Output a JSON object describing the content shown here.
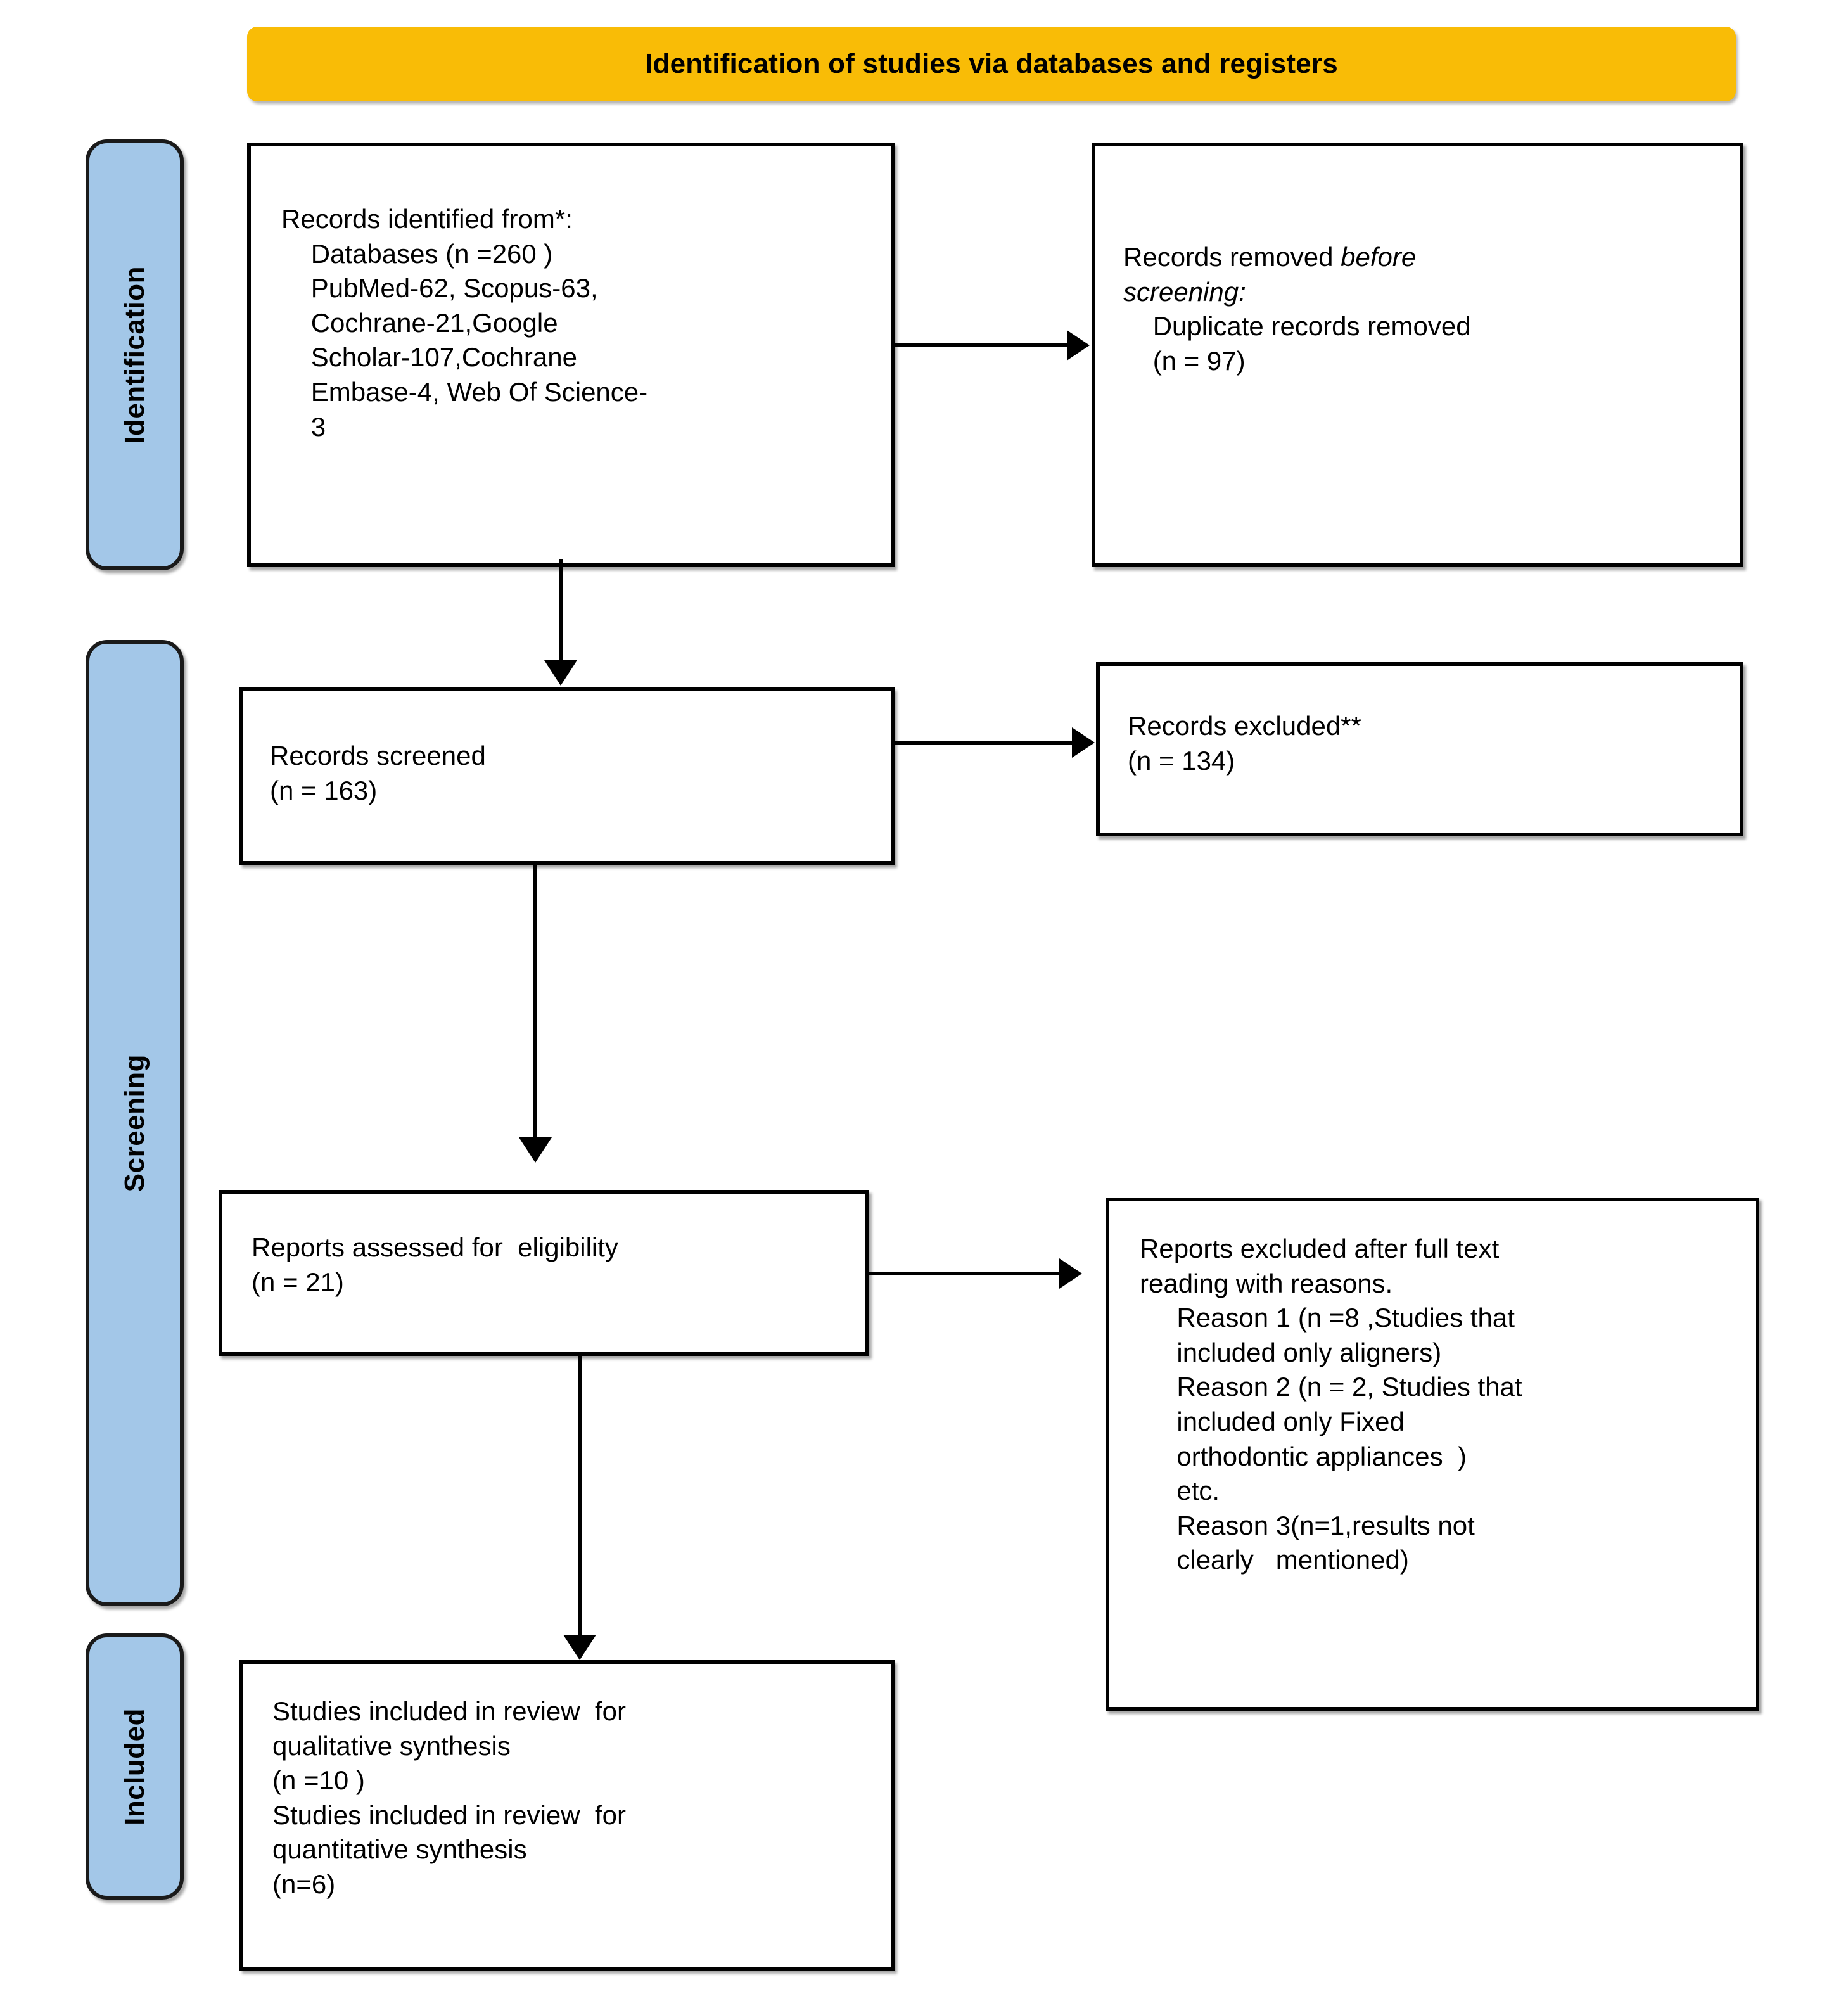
{
  "diagram": {
    "type": "PRISMA flow diagram",
    "header": {
      "title": "Identification of studies via databases and registers",
      "background_color": "#f9bc06",
      "text_color": "#000000"
    },
    "stage_bar_color": "#a3c7e8",
    "stages": [
      {
        "id": "identification",
        "label": "Identification"
      },
      {
        "id": "screening",
        "label": "Screening"
      },
      {
        "id": "included",
        "label": "Included"
      }
    ],
    "boxes": {
      "records_identified": {
        "name": "records-identified-box",
        "text": "Records identified from*:\n    Databases (n =260 )\n    PubMed-62, Scopus-63,\n    Cochrane-21,Google\n    Scholar-107,Cochrane\n    Embase-4, Web Of Science-\n    3"
      },
      "records_removed": {
        "name": "records-removed-box",
        "line1_normal": "Records removed ",
        "line1_italic": "before",
        "line2_italic": "screening:",
        "rest": "\n    Duplicate records removed\n    (n = 97)"
      },
      "records_screened": {
        "name": "records-screened-box",
        "text": "Records screened\n(n = 163)"
      },
      "records_excluded": {
        "name": "records-excluded-box",
        "text": "Records excluded**\n(n = 134)"
      },
      "reports_assessed": {
        "name": "reports-assessed-box",
        "text": "Reports assessed for  eligibility\n(n = 21)"
      },
      "reports_excluded": {
        "name": "reports-excluded-box",
        "text": "Reports excluded after full text\nreading with reasons.\n     Reason 1 (n =8 ,Studies that\n     included only aligners)\n     Reason 2 (n = 2, Studies that\n     included only Fixed\n     orthodontic appliances  )\n     etc.\n     Reason 3(n=1,results not\n     clearly   mentioned)"
      },
      "studies_included": {
        "name": "studies-included-box",
        "text": "Studies included in review  for\nqualitative synthesis\n(n =10 )\nStudies included in review  for\nquantitative synthesis\n(n=6)"
      }
    },
    "counts": {
      "databases_total": 260,
      "pubmed": 62,
      "scopus": 63,
      "cochrane": 21,
      "google_scholar": 107,
      "cochrane_embase": 4,
      "web_of_science": 3,
      "duplicates_removed": 97,
      "records_screened": 163,
      "records_excluded": 134,
      "reports_assessed": 21,
      "reason_1": 8,
      "reason_2": 2,
      "reason_3": 1,
      "qualitative_synthesis": 10,
      "quantitative_synthesis": 6
    }
  }
}
